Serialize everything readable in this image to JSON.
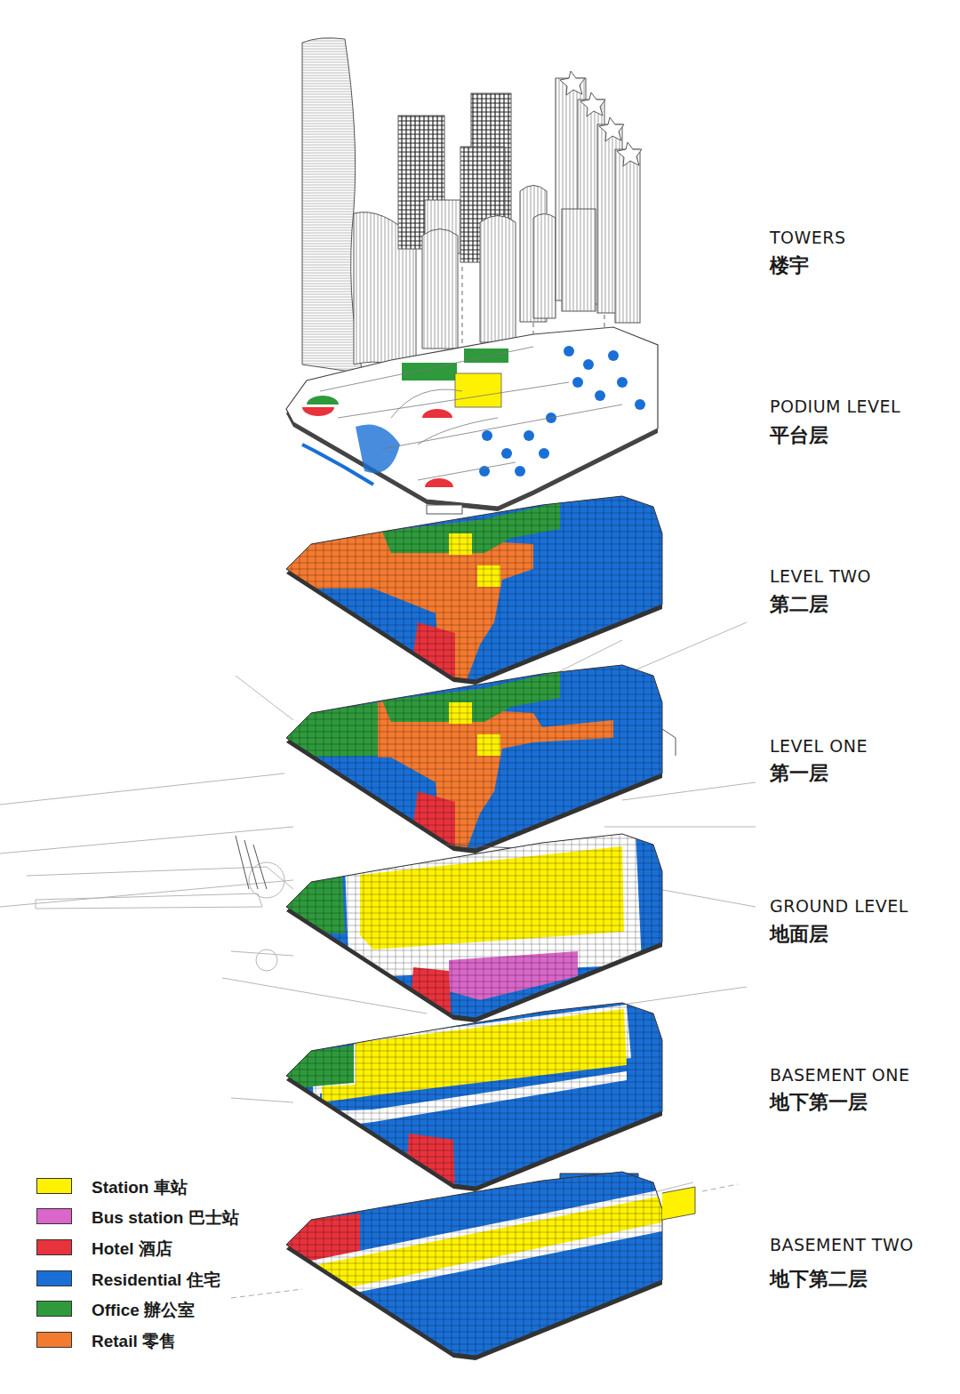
{
  "diagram": {
    "labels": [
      "TOWERS",
      "楼宇",
      "PODIUM LEVEL",
      "平台层",
      "LEVEL TWO",
      "第二层",
      "LEVEL ONE",
      "第一层",
      "GROUND LEVEL",
      "地面层",
      "BASEMENT ONE",
      "地下第一层",
      "BASEMENT TWO",
      "地下第二层"
    ],
    "legend": [
      {
        "text": "Station 車站",
        "color": "#fff200"
      },
      {
        "text": "Bus station 巴士站",
        "color": "#d966c8"
      },
      {
        "text": "Hotel 酒店",
        "color": "#e8323c"
      },
      {
        "text": "Residential 住宅",
        "color": "#1a6fd6"
      },
      {
        "text": "Office 辦公室",
        "color": "#2e9a3c"
      },
      {
        "text": "Retail 零售",
        "color": "#f47a30"
      }
    ]
  }
}
